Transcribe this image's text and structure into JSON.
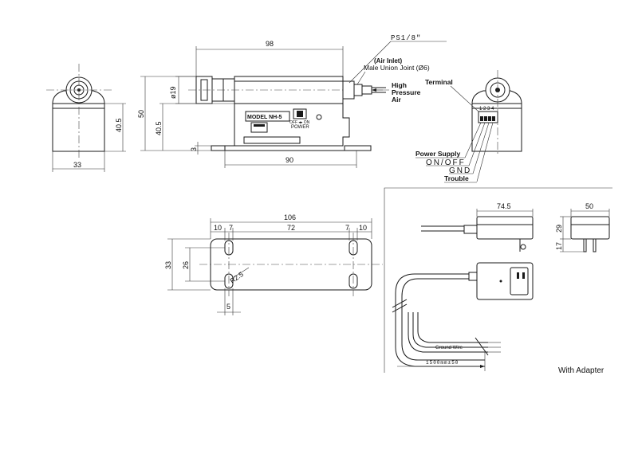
{
  "dimensions": {
    "front_width": "33",
    "front_height": "40.5",
    "side_length": "98",
    "diameter": "ø19",
    "total_height": "50",
    "body_height": "40.5",
    "base_thickness": "3",
    "base_length": "90",
    "bottom_length": "106",
    "hole_offset_left": "10",
    "hole_width_left": "7",
    "hole_pitch": "72",
    "hole_width_right": "7",
    "hole_offset_right": "10",
    "bottom_width": "33",
    "hole_span": "26",
    "slot_label": "R2.5",
    "slot_width": "5",
    "adapter_width": "74.5",
    "adapter_depth": "50",
    "adapter_height": "29",
    "adapter_pin": "17",
    "cable_length": "1500mm±50"
  },
  "labels": {
    "thread": "PS1/8\"",
    "air_inlet": "(Air Inlet)",
    "union_joint": "Male Union Joint (Ø6)",
    "high_pressure": [
      "High",
      "Pressure",
      "Air"
    ],
    "terminal": "Terminal",
    "terminal_pins": "1 2 3 4",
    "power_supply": "Power Supply",
    "on_off": "ON/OFF",
    "gnd": "GND",
    "trouble": "Trouble",
    "model": "MODEL NH-5",
    "switch_top": "OFF ◂▸ ON",
    "switch_power": "POWER",
    "ground_wire": "Ground Wire",
    "with_adapter": "With Adapter"
  }
}
